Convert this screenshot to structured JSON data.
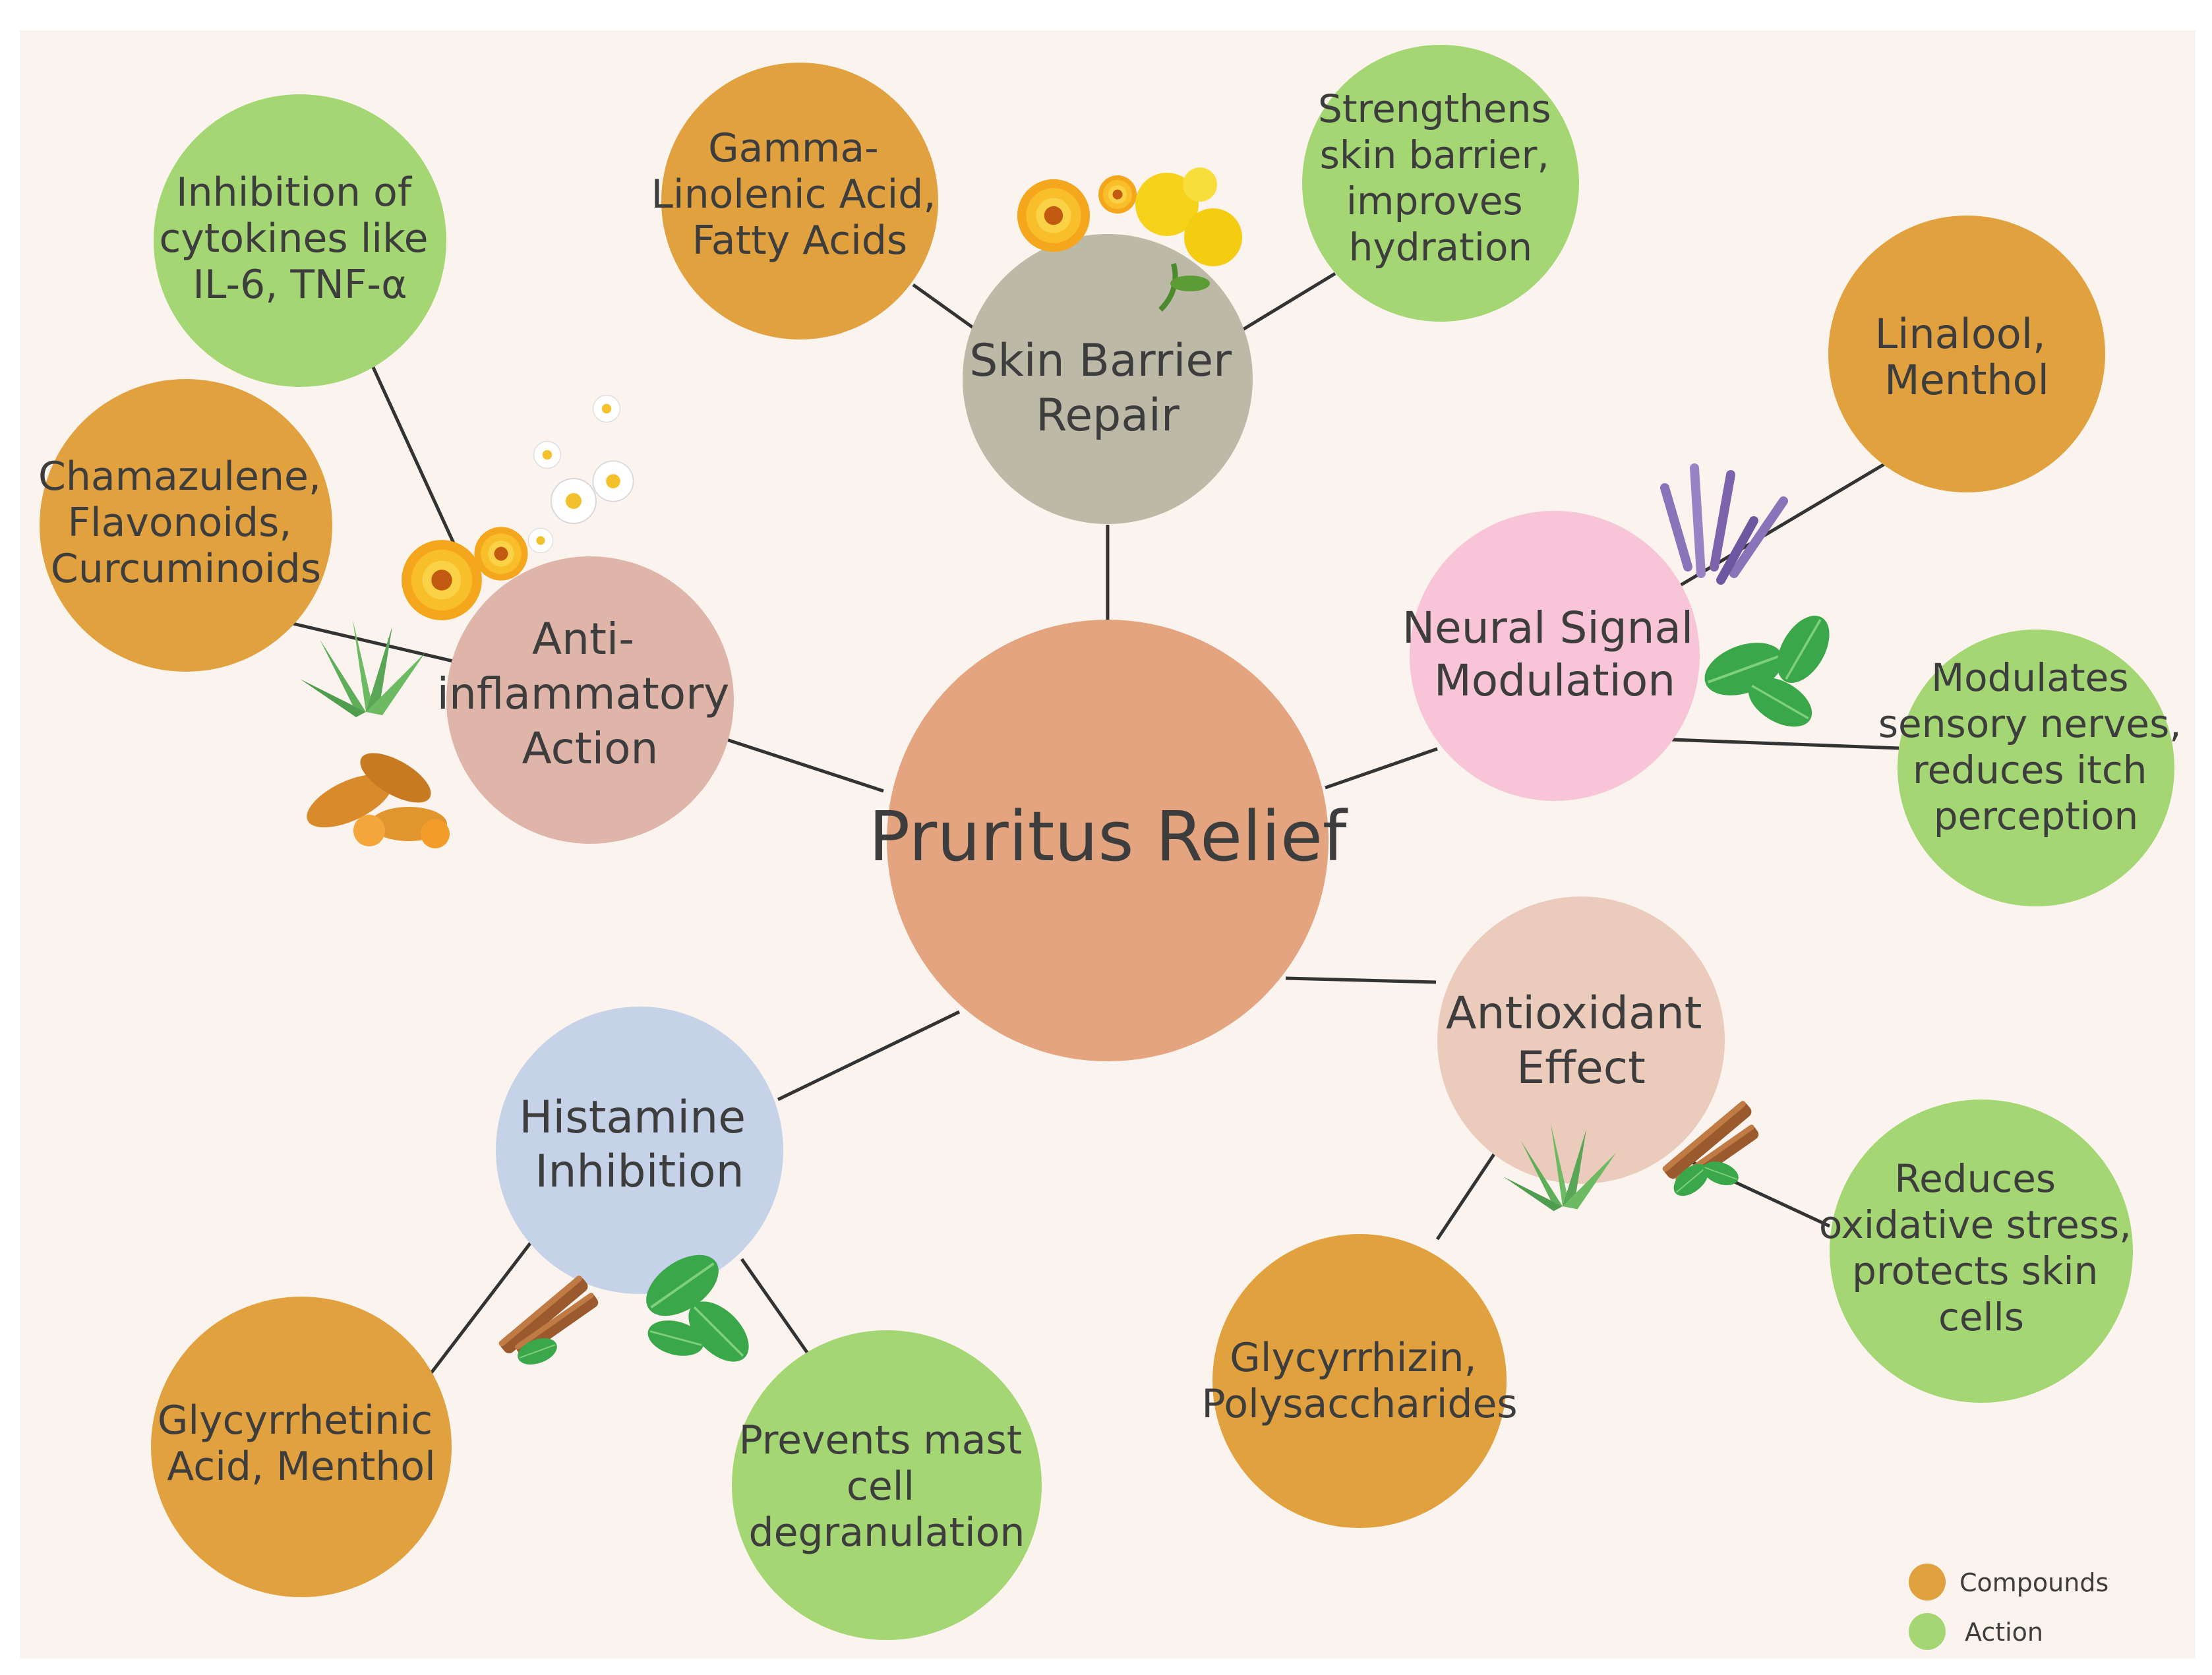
{
  "center": {
    "label": "Pruritus Relief",
    "color": "#e3a47f"
  },
  "mechanisms": [
    {
      "id": "anti-inflammatory",
      "lines": [
        "Anti-",
        "inflammatory",
        "Action"
      ],
      "color": "#deb5a8"
    },
    {
      "id": "skin-barrier",
      "lines": [
        "Skin Barrier",
        "Repair"
      ],
      "color": "#bcbaa7"
    },
    {
      "id": "neural-signal",
      "lines": [
        "Neural Signal",
        "Modulation"
      ],
      "color": "#f8c4d8"
    },
    {
      "id": "antioxidant",
      "lines": [
        "Antioxidant",
        "Effect"
      ],
      "color": "#ebccbc"
    },
    {
      "id": "histamine",
      "lines": [
        "Histamine",
        "Inhibition"
      ],
      "color": "#c5d2e8"
    }
  ],
  "compounds": [
    {
      "id": "chamazulene",
      "lines": [
        "Chamazulene,",
        "Flavonoids,",
        "Curcuminoids"
      ]
    },
    {
      "id": "gamma-linolenic",
      "lines": [
        "Gamma-",
        "Linolenic Acid,",
        "Fatty Acids"
      ]
    },
    {
      "id": "linalool",
      "lines": [
        "Linalool,",
        "Menthol"
      ]
    },
    {
      "id": "glycyrrhizin",
      "lines": [
        "Glycyrrhizin,",
        "Polysaccharides"
      ]
    },
    {
      "id": "glycyrrhetinic",
      "lines": [
        "Glycyrrhetinic",
        "Acid, Menthol"
      ]
    }
  ],
  "actions": [
    {
      "id": "inhibition-cytokines",
      "lines": [
        "Inhibition of",
        "cytokines like",
        "IL-6, TNF-α"
      ]
    },
    {
      "id": "strengthens-barrier",
      "lines": [
        "Strengthens",
        "skin barrier,",
        "improves",
        "hydration"
      ]
    },
    {
      "id": "modulates-nerves",
      "lines": [
        "Modulates",
        "sensory nerves,",
        "reduces itch",
        "perception"
      ]
    },
    {
      "id": "reduces-oxidative",
      "lines": [
        "Reduces",
        "oxidative stress,",
        "protects skin",
        "cells"
      ]
    },
    {
      "id": "prevents-mast",
      "lines": [
        "Prevents mast",
        "cell",
        "degranulation"
      ]
    }
  ],
  "legend": [
    {
      "label": "Compounds",
      "color": "#e0a13e"
    },
    {
      "label": "Action",
      "color": "#a5d674"
    }
  ],
  "colors": {
    "compound": "#e0a13e",
    "action": "#a5d674",
    "connector": "#333333",
    "background": "#fbf4ee"
  }
}
